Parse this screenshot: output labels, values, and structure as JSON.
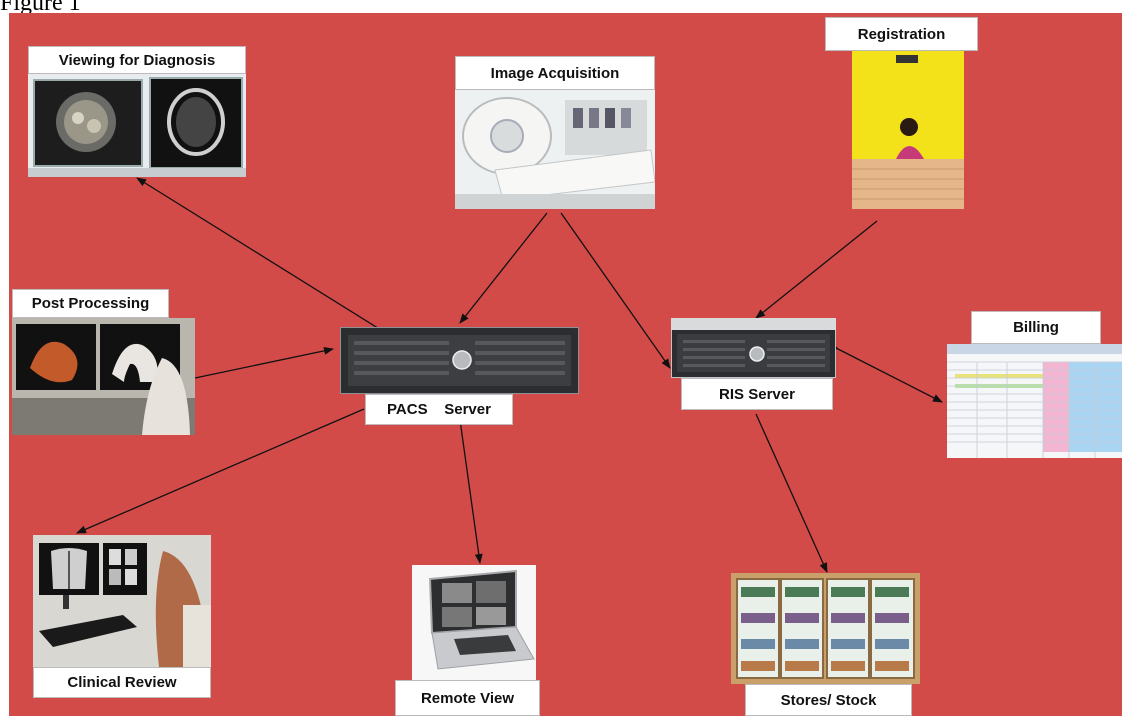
{
  "figure_label": "Figure 1",
  "nodes": {
    "viewing": "Viewing for Diagnosis",
    "acquisition": "Image Acquisition",
    "registration": "Registration",
    "post_processing": "Post Processing",
    "pacs_server": "PACS    Server",
    "ris_server": "RIS Server",
    "billing": "Billing",
    "clinical_review": "Clinical Review",
    "remote_view": "Remote View",
    "stores": "Stores/ Stock"
  },
  "colors": {
    "background": "#d24b48",
    "arrow": "#111111"
  },
  "icons": {
    "viewing": "diagnostic-monitors-icon",
    "acquisition": "ct-scanner-icon",
    "registration": "reception-desk-icon",
    "post_processing": "workstation-icon",
    "pacs_server": "rack-server-icon",
    "ris_server": "rack-server-icon",
    "billing": "spreadsheet-icon",
    "clinical_review": "clinical-workstation-icon",
    "remote_view": "laptop-icon",
    "stores": "cabinet-icon"
  }
}
